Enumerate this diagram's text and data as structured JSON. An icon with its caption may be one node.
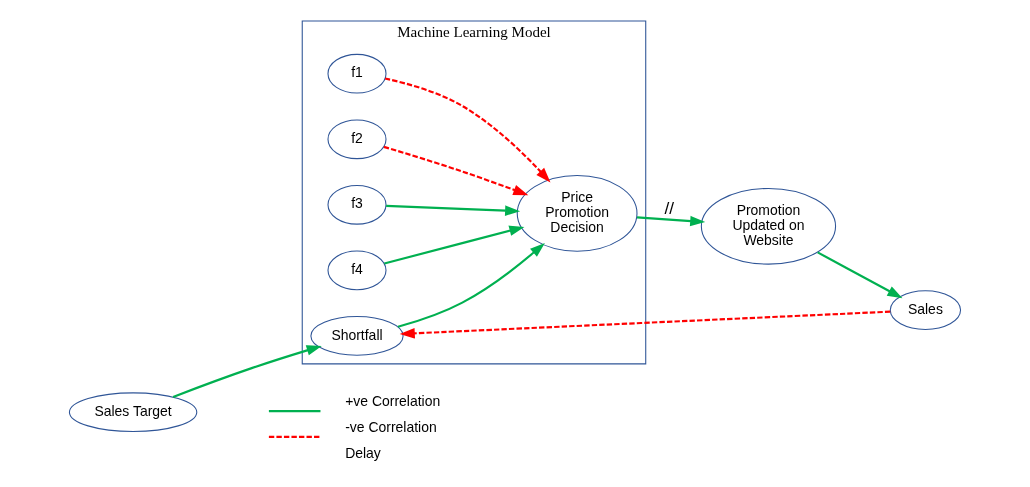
{
  "diagram": {
    "nodes": [
      {
        "text": [
          "Machine Learning Model"
        ]
      },
      {
        "text": [
          "f1"
        ],
        "in": 0
      },
      {
        "text": [
          "f2"
        ],
        "in": 0
      },
      {
        "text": [
          "f3"
        ],
        "in": 0
      },
      {
        "text": [
          "f4"
        ],
        "in": 0
      },
      {
        "text": [
          "Price Promotion Decision"
        ],
        "in": 0
      },
      {
        "text": [
          "Shortfall"
        ],
        "in": 0
      },
      {
        "text": [
          "Promotion Updated on Website"
        ]
      },
      {
        "text": [
          "Sales"
        ]
      },
      {
        "text": [
          "Sales Target"
        ]
      }
    ],
    "edges": [
      {
        "from": 1,
        "to": 5,
        "arrow": "to",
        "style": "dashed",
        "color": "#ff0000"
      },
      {
        "from": 2,
        "to": 5,
        "arrow": "to",
        "style": "dashed",
        "color": "#ff0000"
      },
      {
        "from": 3,
        "to": 5,
        "arrow": "to"
      },
      {
        "from": 4,
        "to": 5,
        "arrow": "to"
      },
      {
        "from": 5,
        "to": 7,
        "arrow": "to",
        "label": "//"
      },
      {
        "from": 7,
        "to": 8,
        "arrow": "to"
      },
      {
        "from": 8,
        "to": 6,
        "arrow": "to",
        "style": "dashed",
        "color": "#ff0000"
      },
      {
        "from": 9,
        "to": 6,
        "arrow": "to"
      },
      {
        "from": 6,
        "to": 5,
        "arrow": "to"
      }
    ],
    "legend": [
      {
        "text": "+ve Correlation"
      },
      {
        "text": "-ve Correlation"
      },
      {
        "text": "Delay"
      }
    ]
  }
}
